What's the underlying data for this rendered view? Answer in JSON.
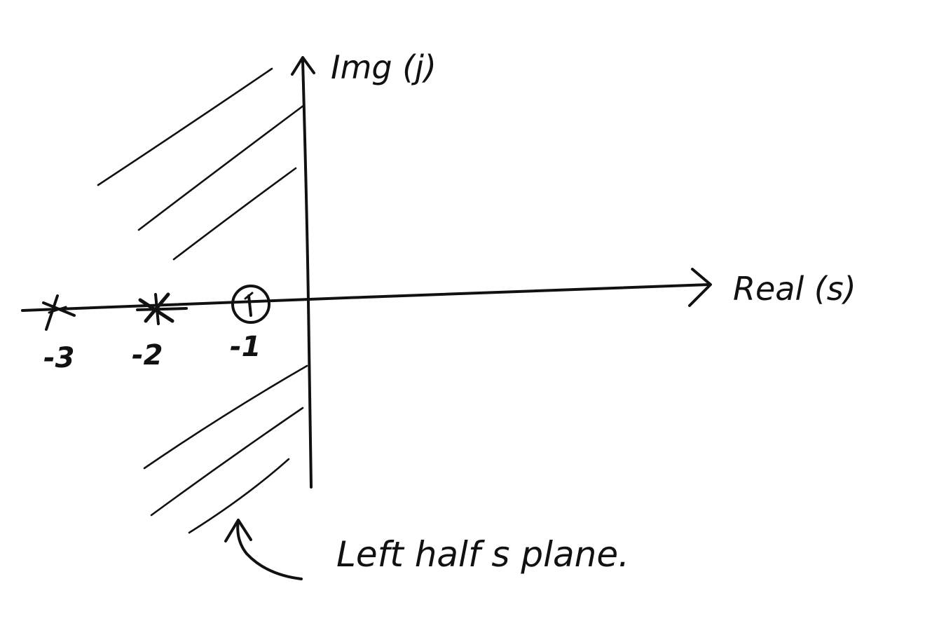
{
  "diagram": {
    "imag_axis_label": "Img (j)",
    "real_axis_label": "Real (s)",
    "region_annotation": "Left half s plane.",
    "poles": [
      {
        "label": "-3",
        "marker": "x-pole-icon"
      },
      {
        "label": "-2",
        "marker": "x-pole-icon"
      }
    ],
    "zeros": [
      {
        "label": "-1",
        "marker": "circle-zero-icon"
      }
    ],
    "ink_color": "#111111",
    "background_color": "#ffffff"
  }
}
